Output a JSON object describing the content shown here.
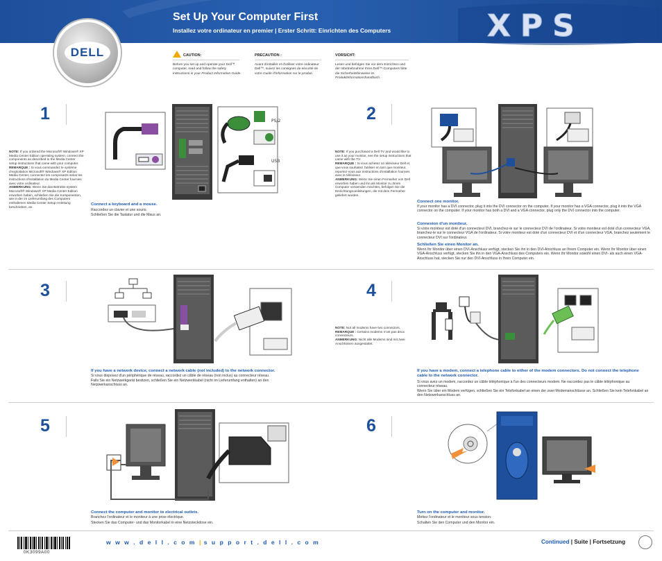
{
  "header": {
    "title": "Set Up Your Computer First",
    "subtitle": "Installez votre ordinateur en premier | Erster Schritt: Einrichten des Computers",
    "brand_logo": "DELL",
    "product_logo": "XPS"
  },
  "cautions": [
    {
      "title": "CAUTION:",
      "body": "Before you set up and operate your Dell™ computer, read and follow the safety instructions in your",
      "doc": "Product Information Guide",
      "end": "."
    },
    {
      "title": "PRECAUTION :",
      "body": "Avant d'installer et d'utiliser votre ordinateur Dell™, suivez les consignes de sécurité de votre",
      "doc": "Guide d'information sur le produit",
      "end": "."
    },
    {
      "title": "VORSICHT:",
      "body": "Lesen und befolgen Sie vor dem Einrichten und der Inbetriebnahme Ihres Dell™-Computers bitte die Sicherheitshinweise im",
      "doc": "Produktinformationshandbuch",
      "end": "."
    }
  ],
  "steps": {
    "s1": {
      "number": "1",
      "note_en_label": "NOTE:",
      "note_en": "If you ordered the Microsoft® Windows® XP Media Center Edition operating system, connect the components as described in the Media Center setup instructions that came with your computer.",
      "note_fr_label": "REMARQUE :",
      "note_fr": "Si vous commandez le système d'exploitation Microsoft® Windows® XP Edition Media Center, connectez les composants selon les instructions d'installation du Media Center fournies avec votre ordinateur.",
      "note_de_label": "ANMERKUNG:",
      "note_de": "Wenn Sie das Betriebs-system Microsoft® Windows® XP Media Center Edition erworben haben, schließen Sie die Komponenten, wie in der im Lieferumfang des Computers enthaltenen Media Center Setup-Anleitung beschrieben, an.",
      "heading": "Connect a keyboard and a mouse.",
      "fr": "Raccordez un clavier et une souris.",
      "de": "Schließen Sie die Tastatur und die Maus an.",
      "label_ps2": "PS/2",
      "label_usb": "USB"
    },
    "s2": {
      "number": "2",
      "note_en_label": "NOTE:",
      "note_en": "If you purchased a Dell TV and would like to use it as your monitor, see the setup instructions that came with the TV.",
      "note_fr_label": "REMARQUE :",
      "note_fr": "Si vous achetez un téléviseur Dell et que vous souhaitez l'utiliser en tant que moniteur, reportez-vous aux instructions d'installation fournies avec le téléviseur.",
      "note_de_label": "ANMERKUNG:",
      "note_de": "Wenn Sie einen Fernseher von Dell erworben haben und ihn als Monitor zu Ihrem Computer verwenden möchten, befolgen Sie die Einrichtungs-anleitungen, die mit dem Fernseher geliefert wurden.",
      "heading_en": "Connect one monitor.",
      "body_en": "If your monitor has a DVI connector, plug it into the DVI connector on the computer. If your monitor has a VGA connector, plug it into the VGA connector on the computer. If your monitor has both a DVI and a VGA connector, plug only the DVI connector into the computer.",
      "heading_fr": "Connexion d'un moniteur.",
      "body_fr": "Si votre moniteur est doté d'un connecteur DVI, branchez-le sur le connecteur DVI de l'ordinateur. Si votre moniteur est doté d'un connecteur VGA, branchez-le sur le connecteur VGA de l'ordinateur. Si votre moniteur est doté d'un connecteur DVI et d'un connecteur VGA, branchez seulement le connecteur DVI sur l'ordinateur.",
      "heading_de": "Schließen Sie einen Monitor an.",
      "body_de": "Wenn Ihr Monitor über einen DVI-Anschluss verfügt, stecken Sie ihn in den DVI-Anschluss an Ihrem Computer ein. Wenn Ihr Monitor über einen VGA-Anschluss verfügt, stecken Sie ihn in den VGA-Anschluss des Computers ein. Wenn Ihr Monitor sowohl einen DVI- als auch einen VGA-Anschluss hat, stecken Sie nur den DVI-Anschluss in Ihren Computer ein."
    },
    "s3": {
      "number": "3",
      "heading": "If you have a network device, connect a network cable (not included) to the network connector.",
      "fr": "Si vous disposez d'un périphérique de réseau, raccordez un câble de réseau (non inclus) au connecteur réseau.",
      "de": "Falls Sie ein Netzwerkgerät besitzen, schließen Sie ein Netzwerkkabel (nicht im Lieferumfang enthalten) an den Netzwerkanschluss an."
    },
    "s4": {
      "number": "4",
      "note_en_label": "NOTE:",
      "note_en": "Not all modems have two connectors.",
      "note_fr_label": "REMARQUE :",
      "note_fr": "Certains modems n'ont pas deux connecteurs.",
      "note_de_label": "ANMERKUNG:",
      "note_de": "Nicht alle Modems sind mit zwei Anschlüssen ausgestattet.",
      "heading": "If you have a modem, connect a telephone cable to either of the modem connectors. Do not connect the telephone cable to the network connector.",
      "fr": "Si vous avez un modem, raccordez un câble téléphonique à l'un des connecteurs modem. Ne raccordez pas le câble téléphonique au connecteur réseau.",
      "de": "Wenn Sie über ein Modem verfügen, schließen Sie ein Telefonkabel an einen der zwei Modemanschlüsse an. Schließen Sie kein Telefonkabel an den Netzwerkanschluss an."
    },
    "s5": {
      "number": "5",
      "heading": "Connect the computer and monitor to electrical outlets.",
      "fr": "Branchez l'ordinateur et le moniteur à une prise électrique.",
      "de": "Stecken Sie das Computer- und das Monitorkabel in eine Netzsteckdose ein."
    },
    "s6": {
      "number": "6",
      "heading": "Turn on the computer and monitor.",
      "fr": "Mettez l'ordinateur et le moniteur sous tension.",
      "de": "Schalten Sie den Computer und den Monitor ein."
    }
  },
  "footer": {
    "url1": "w w w . d e l l . c o m",
    "sep": "|",
    "url2": "s u p p o r t . d e l l . c o m",
    "continued": "Continued",
    "suite": "Suite",
    "fortsetzung": "Fortsetzung",
    "bar": "|",
    "part_number": "0K3099A00"
  },
  "colors": {
    "brand_blue": "#1d4f9c",
    "heading_blue": "#1d5bb5",
    "accent_orange": "#f2a900",
    "arrow_orange": "#f0913a"
  }
}
